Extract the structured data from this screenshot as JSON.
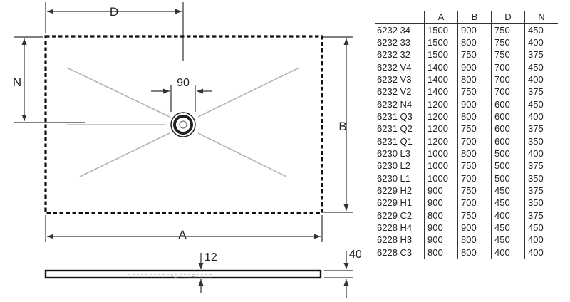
{
  "diagram": {
    "labels": {
      "dim_d": "D",
      "dim_n": "N",
      "dim_b": "B",
      "dim_a": "A",
      "drain_width": "90",
      "thickness": "12",
      "height": "40"
    }
  },
  "table": {
    "headers": [
      "",
      "A",
      "B",
      "D",
      "N"
    ],
    "rows": [
      [
        "6232 34",
        "1500",
        "900",
        "750",
        "450"
      ],
      [
        "6232 33",
        "1500",
        "800",
        "750",
        "400"
      ],
      [
        "6232 32",
        "1500",
        "750",
        "750",
        "375"
      ],
      [
        "6232 V4",
        "1400",
        "900",
        "700",
        "450"
      ],
      [
        "6232 V3",
        "1400",
        "800",
        "700",
        "400"
      ],
      [
        "6232 V2",
        "1400",
        "750",
        "700",
        "375"
      ],
      [
        "6232 N4",
        "1200",
        "900",
        "600",
        "450"
      ],
      [
        "6231 Q3",
        "1200",
        "800",
        "600",
        "400"
      ],
      [
        "6231 Q2",
        "1200",
        "750",
        "600",
        "375"
      ],
      [
        "6231 Q1",
        "1200",
        "700",
        "600",
        "350"
      ],
      [
        "6230 L3",
        "1000",
        "800",
        "500",
        "400"
      ],
      [
        "6230 L2",
        "1000",
        "750",
        "500",
        "375"
      ],
      [
        "6230 L1",
        "1000",
        "700",
        "500",
        "350"
      ],
      [
        "6229 H2",
        "900",
        "750",
        "450",
        "375"
      ],
      [
        "6229 H1",
        "900",
        "700",
        "450",
        "350"
      ],
      [
        "6229 C2",
        "800",
        "750",
        "400",
        "375"
      ],
      [
        "6228 H4",
        "900",
        "900",
        "450",
        "450"
      ],
      [
        "6228 H3",
        "900",
        "800",
        "450",
        "400"
      ],
      [
        "6228 C3",
        "800",
        "800",
        "400",
        "400"
      ]
    ]
  }
}
